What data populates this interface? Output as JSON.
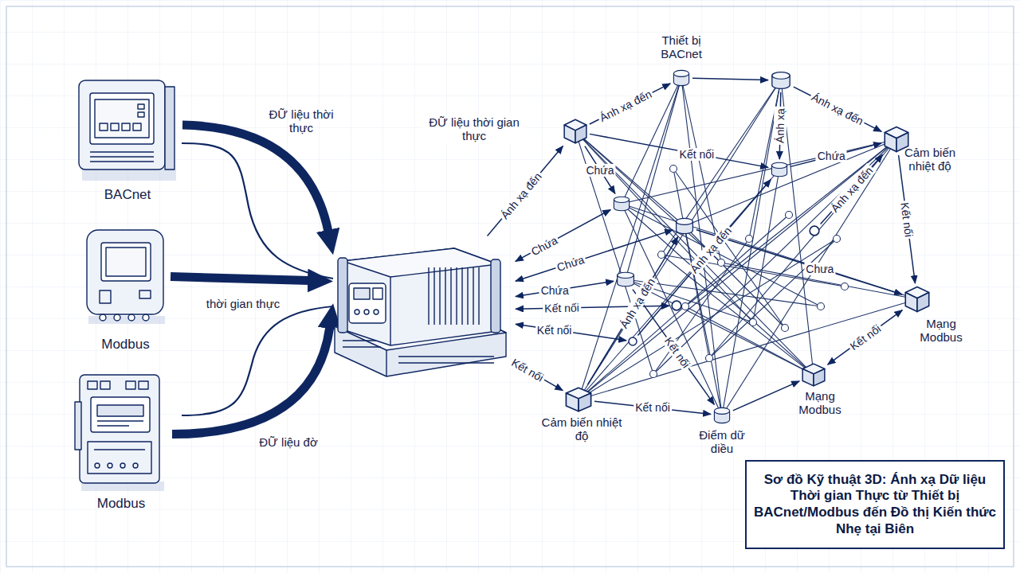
{
  "diagram": {
    "title": "Sơ đồ Kỹ thuật 3D: Ánh xạ Dữ liệu Thời gian Thực từ Thiết bị BACnet/Modbus đến Đồ thị Kiến thức Nhẹ tại Biên",
    "nodes": [
      {
        "text": [
          "BACnet"
        ]
      },
      {
        "text": [
          "Modbus"
        ]
      },
      {
        "text": [
          "Modbus"
        ]
      },
      {
        "text": []
      },
      {
        "text": []
      },
      {
        "text": [
          "Thiết bị BACnet"
        ]
      },
      {
        "text": []
      },
      {
        "text": [
          "Cảm biến nhiệt độ"
        ]
      },
      {
        "text": []
      },
      {
        "text": []
      },
      {
        "text": []
      },
      {
        "text": []
      },
      {
        "text": [
          "Mạng Modbus"
        ]
      },
      {
        "text": [
          "Mạng Modbus"
        ]
      },
      {
        "text": [
          "Điểm dữ diều"
        ]
      },
      {
        "text": [
          "Cảm biến nhiệt độ"
        ]
      },
      {
        "text": []
      },
      {
        "text": []
      },
      {
        "text": []
      }
    ],
    "edges": [
      {
        "from": 0,
        "to": 3,
        "label": "ĐỮ liệu thời thực",
        "arrow": "to"
      },
      {
        "from": 1,
        "to": 3,
        "label": "thời gian thực",
        "arrow": "to"
      },
      {
        "from": 2,
        "to": 3,
        "label": "ĐỮ liệu đờ",
        "arrow": "to"
      },
      {
        "from": 3,
        "to": 4,
        "label": "Ánh xạ đến",
        "arrow": "to"
      },
      {
        "from": 4,
        "to": 5,
        "label": "Ánh xạ đến",
        "arrow": "to"
      },
      {
        "from": 5,
        "to": 6,
        "arrow": "to"
      },
      {
        "from": 6,
        "to": 7,
        "label": "Ánh xạ đến",
        "arrow": "to"
      },
      {
        "from": 6,
        "to": 11,
        "label": "Ánh xạ",
        "arrow": "to"
      },
      {
        "from": 3,
        "to": 8,
        "label": "Chứa",
        "arrow": "both"
      },
      {
        "from": 3,
        "to": 10,
        "label": "Chứa",
        "arrow": "both"
      },
      {
        "from": 3,
        "to": 9,
        "label": "Chứa",
        "arrow": "both"
      },
      {
        "from": 3,
        "to": 16,
        "label": "Kết nối",
        "arrow": "both"
      },
      {
        "from": 3,
        "to": 17,
        "label": "Kết nối",
        "arrow": "both"
      },
      {
        "from": 3,
        "to": 15,
        "label": "Kết nối",
        "arrow": "both"
      },
      {
        "from": 15,
        "to": 14,
        "label": "Kết nối",
        "arrow": "to"
      },
      {
        "from": 14,
        "to": 13,
        "arrow": "to"
      },
      {
        "from": 13,
        "to": 12,
        "label": "Kết nối",
        "arrow": "both"
      },
      {
        "from": 4,
        "to": 11,
        "label": "Kết nối",
        "arrow": "to"
      },
      {
        "from": 4,
        "to": 8,
        "label": "Chứa",
        "arrow": "to"
      },
      {
        "from": 11,
        "to": 7,
        "label": "Chứa",
        "arrow": "to"
      },
      {
        "from": 16,
        "to": 11,
        "label": "Ánh xạ đến",
        "arrow": "to"
      },
      {
        "from": 18,
        "to": 7,
        "label": "Ánh xạ đến",
        "arrow": "to"
      },
      {
        "from": 15,
        "to": 10,
        "label": "Ánh xạ đến",
        "arrow": "to"
      },
      {
        "from": 7,
        "to": 12,
        "label": "Kết nối",
        "arrow": "to"
      },
      {
        "from": 10,
        "to": 12,
        "label": "Chưa",
        "arrow": "to"
      },
      {
        "from": 9,
        "to": 14,
        "label": "Kết nối",
        "arrow": "to"
      }
    ],
    "labels": [
      "ĐỮ liệu thời gian thực"
    ]
  }
}
